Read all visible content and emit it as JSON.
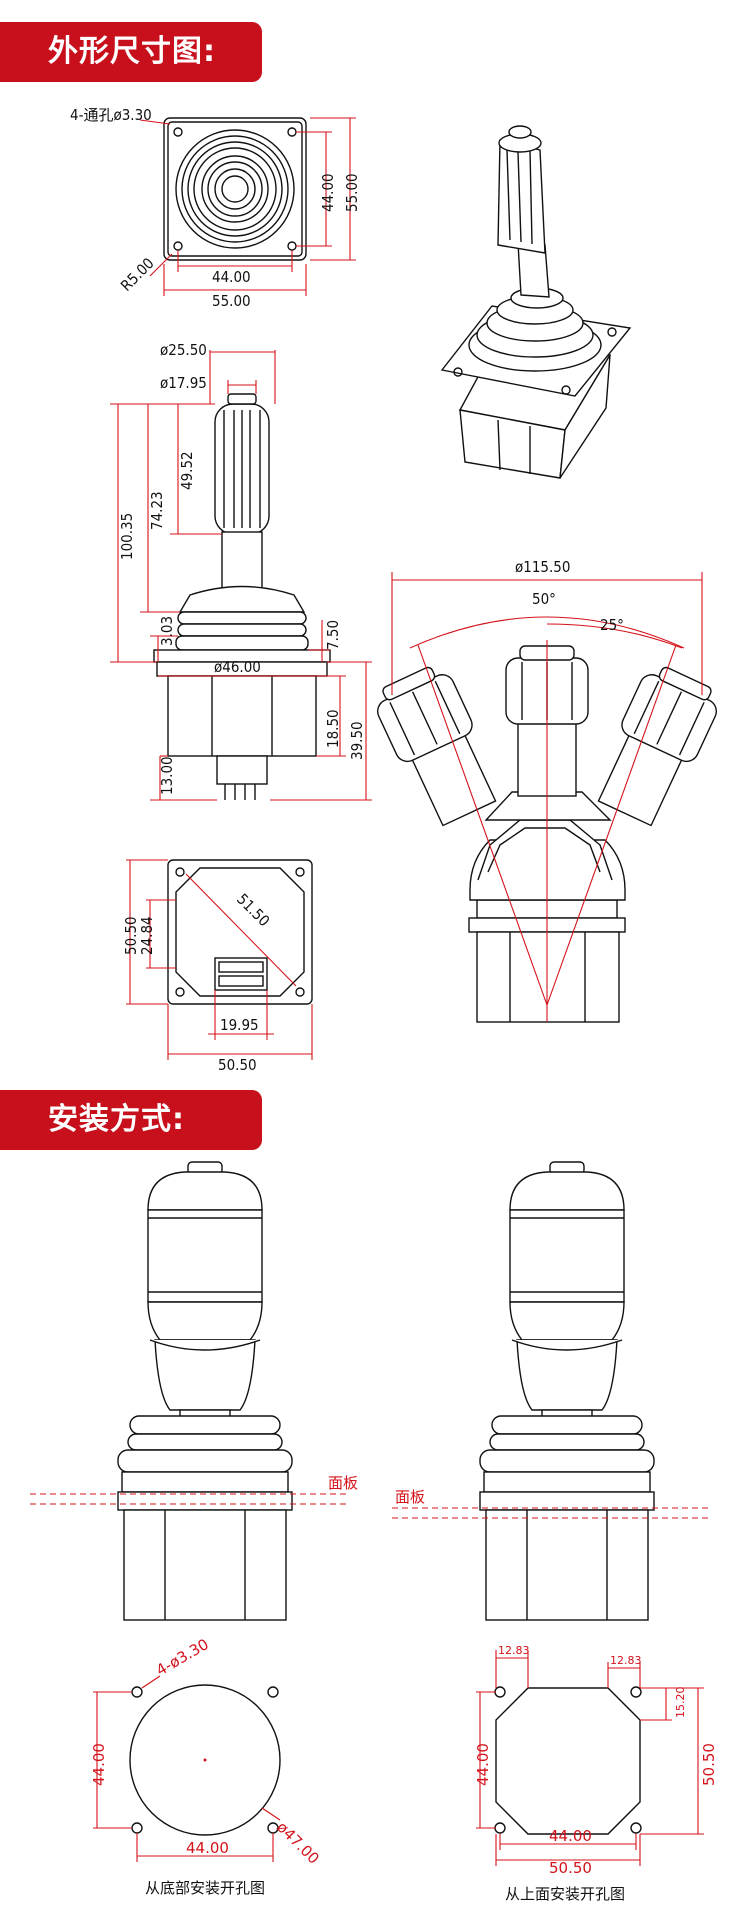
{
  "sections": {
    "dimensions_title": "外形尺寸图:",
    "install_title": "安装方式:"
  },
  "top_view": {
    "holes_label": "4-通孔ø3.30",
    "radius_label": "R5.00",
    "inner_width": "44.00",
    "outer_width": "55.00",
    "inner_height": "44.00",
    "outer_height": "55.00"
  },
  "side_view": {
    "dia_top_outer": "ø25.50",
    "dia_top_inner": "ø17.95",
    "h_total": "100.35",
    "h_shaft": "74.23",
    "h_grip": "49.52",
    "h_boot": "3.03",
    "h_flange": "7.50",
    "dia_base": "ø46.00",
    "h_body": "18.50",
    "h_body_total": "39.50",
    "h_pins": "13.00"
  },
  "bottom_view": {
    "diag": "51.50",
    "outer_h": "50.50",
    "inner_h": "24.84",
    "conn_w": "19.95",
    "outer_w": "50.50"
  },
  "angle_view": {
    "dia_sweep": "ø115.50",
    "angle_total": "50°",
    "angle_half": "25°"
  },
  "install": {
    "panel_left": "面板",
    "panel_right": "面板",
    "cut_holes": "4-ø3.30",
    "cut_dia": "ø47.00",
    "cut_h": "44.00",
    "cut_w": "44.00",
    "caption_left": "从底部安装开孔图",
    "oct_c1": "12.83",
    "oct_c2": "12.83",
    "oct_c3": "15.20",
    "oct_h_in": "44.00",
    "oct_h_out": "50.50",
    "oct_w_in": "44.00",
    "oct_w_out": "50.50",
    "caption_right": "从上面安装开孔图"
  }
}
